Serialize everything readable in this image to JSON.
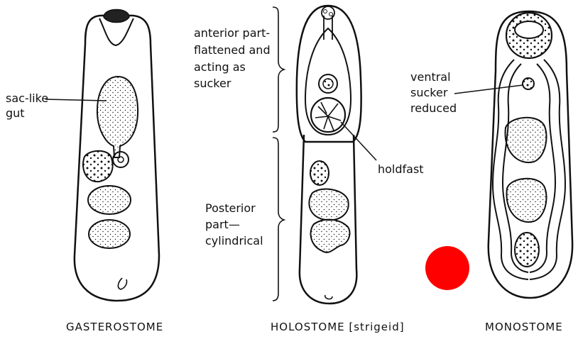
{
  "labels": {
    "sac_like": "sac-like",
    "gut": "gut",
    "anterior_1": "anterior part-",
    "anterior_2": "flattened and",
    "anterior_3": "acting as",
    "anterior_4": "sucker",
    "posterior_1": "Posterior",
    "posterior_2": "part—",
    "posterior_3": "cylindrical",
    "holdfast": "holdfast",
    "ventral_1": "ventral",
    "ventral_2": "sucker",
    "ventral_3": "reduced"
  },
  "captions": {
    "gasterostome": "GASTEROSTOME",
    "holostome": "HOLOSTOME [strigeid]",
    "monostome": "MONOSTOME"
  },
  "colors": {
    "marker": "#ff0000",
    "ink": "#111111"
  }
}
